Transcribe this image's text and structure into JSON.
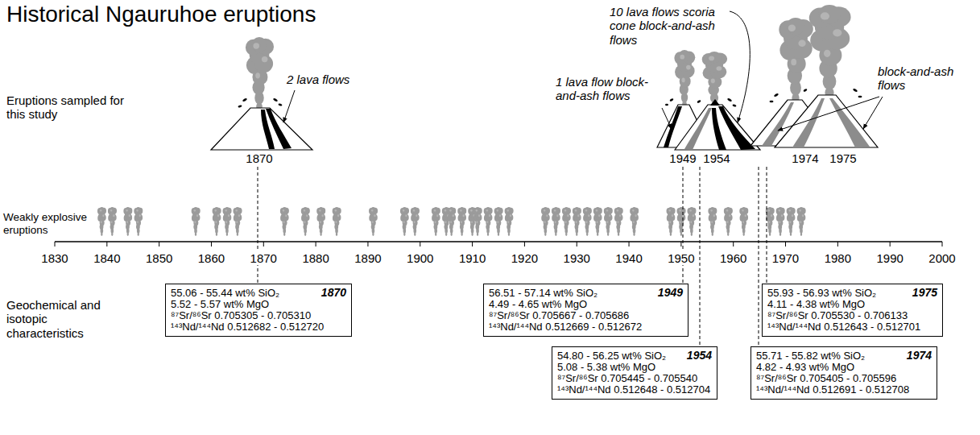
{
  "diagram": {
    "title": "Historical Ngauruhoe eruptions",
    "nodes": [
      {
        "text": [
          "1870",
          "55.06 - 55.44 wt% SiO₂",
          "5.52 - 5.57 wt% MgO",
          "⁸⁷Sr/⁸⁶Sr 0.705305 - 0.705310",
          "¹⁴³Nd/¹⁴⁴Nd 0.512682 - 0.512720"
        ]
      },
      {
        "text": [
          "1949",
          "56.51 - 57.14 wt% SiO₂",
          "4.49 - 4.65 wt% MgO",
          "⁸⁷Sr/⁸⁶Sr 0.705667 - 0.705686",
          "¹⁴³Nd/¹⁴⁴Nd 0.512669 - 0.512672"
        ]
      },
      {
        "text": [
          "1975",
          "55.93 - 56.93 wt% SiO₂",
          "4.11 - 4.38 wt% MgO",
          "⁸⁷Sr/⁸⁶Sr 0.705530 - 0.706133",
          "¹⁴³Nd/¹⁴⁴Nd 0.512643 - 0.512701"
        ]
      },
      {
        "text": [
          "1954",
          "54.80 - 56.25 wt% SiO₂",
          "5.08 - 5.38 wt% MgO",
          "⁸⁷Sr/⁸⁶Sr 0.705445 - 0.705540",
          "¹⁴³Nd/¹⁴⁴Nd 0.512648 - 0.512704"
        ]
      },
      {
        "text": [
          "1974",
          "55.71 - 55.82 wt% SiO₂",
          "4.82 - 4.93 wt% MgO",
          "⁸⁷Sr/⁸⁶Sr 0.705405 - 0.705596",
          "¹⁴³Nd/¹⁴⁴Nd 0.512691 - 0.512708"
        ]
      }
    ],
    "labels": [
      "Eruptions sampled for this study",
      "Weakly explosive eruptions",
      "Geochemical and isotopic characteristics",
      "2 lava flows",
      "1 lava flow block-and-ash flows",
      "10 lava flows scoria cone block-and-ash flows",
      "block-and-ash flows",
      "1870",
      "1949",
      "1954",
      "1974",
      "1975",
      "1830",
      "1840",
      "1850",
      "1860",
      "1870",
      "1880",
      "1890",
      "1900",
      "1910",
      "1920",
      "1930",
      "1940",
      "1950",
      "1960",
      "1970",
      "1980",
      "1990",
      "2000"
    ]
  }
}
